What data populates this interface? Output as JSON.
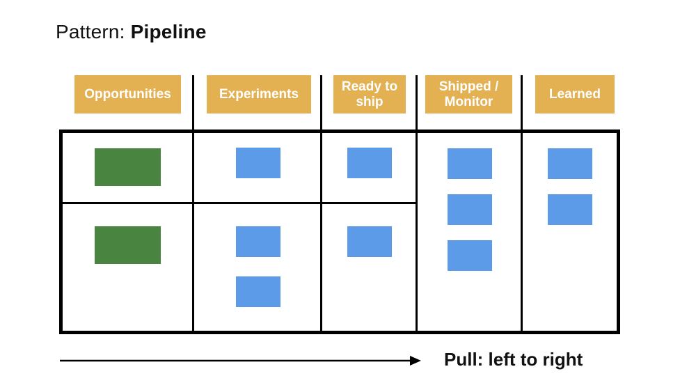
{
  "title": {
    "prefix": "Pattern: ",
    "emphasis": "Pipeline"
  },
  "colors": {
    "header_bg": "#E3B052",
    "header_text": "#FFFFFF",
    "card_green": "#4A8441",
    "card_blue": "#5B9BE8",
    "line": "#000000"
  },
  "board": {
    "columns": [
      {
        "id": "opportunities",
        "label": "Opportunities",
        "sections": {
          "top": [
            "green"
          ],
          "bottom": [
            "green"
          ]
        }
      },
      {
        "id": "experiments",
        "label": "Experiments",
        "sections": {
          "top": [
            "blue"
          ],
          "bottom": [
            "blue",
            "blue"
          ]
        }
      },
      {
        "id": "ready-to-ship",
        "label": "Ready to ship",
        "sections": {
          "top": [
            "blue"
          ],
          "bottom": [
            "blue"
          ]
        }
      },
      {
        "id": "shipped-monitor",
        "label": "Shipped / Monitor",
        "sections": {
          "full": [
            "blue",
            "blue",
            "blue"
          ]
        }
      },
      {
        "id": "learned",
        "label": "Learned",
        "sections": {
          "full": [
            "blue",
            "blue"
          ]
        }
      }
    ],
    "row_divider_spans_columns": [
      "opportunities",
      "experiments",
      "ready-to-ship"
    ]
  },
  "footer": {
    "pull_label": "Pull: left to right"
  }
}
